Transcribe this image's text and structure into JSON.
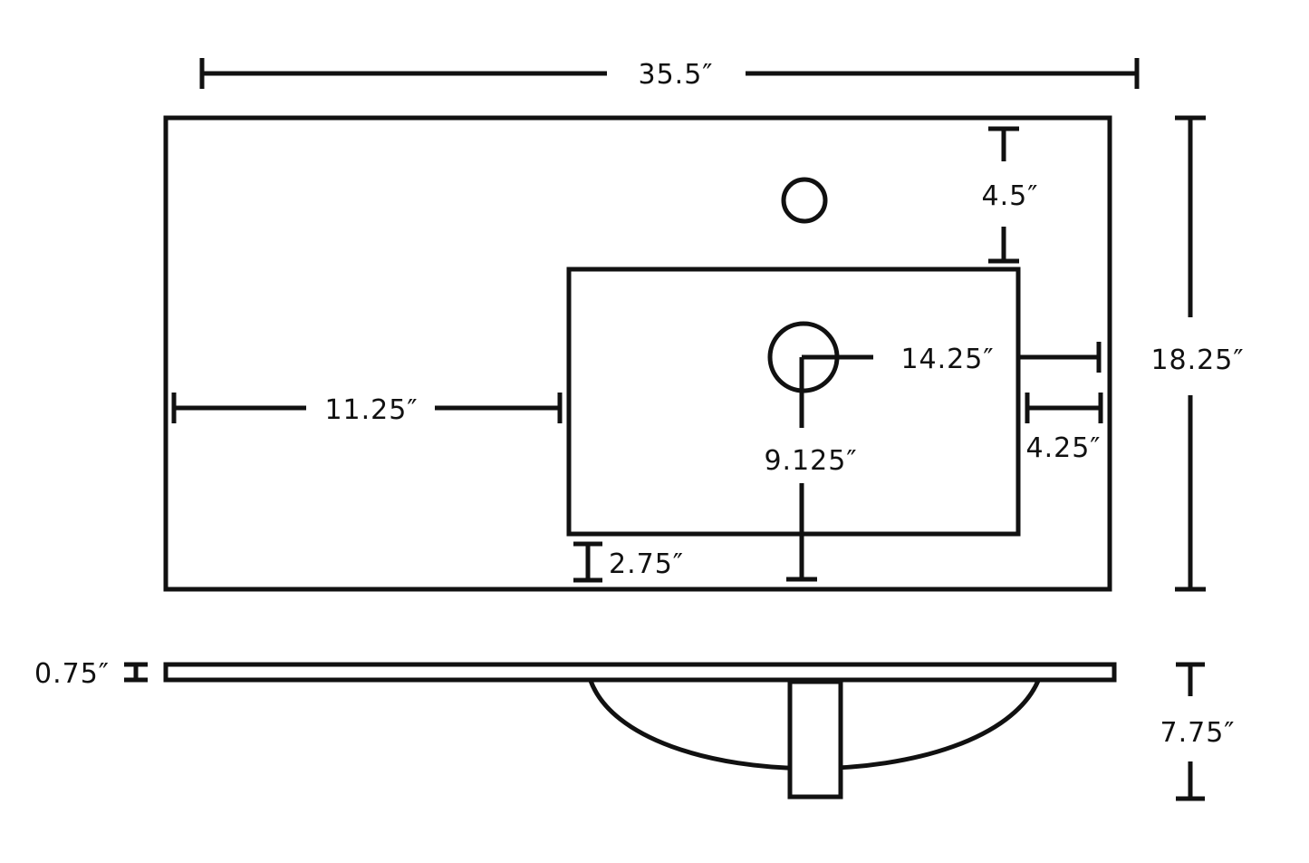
{
  "diagram": {
    "colors": {
      "line": "#111111",
      "background": "#ffffff"
    },
    "dimensions": {
      "overall_width": "35.5″",
      "overall_depth": "18.25″",
      "faucet_hole_from_back": "4.5″",
      "drain_from_right_edge": "14.25″",
      "bowl_from_left_edge": "11.25″",
      "bowl_from_right_edge": "4.25″",
      "drain_from_front_edge": "9.125″",
      "bowl_from_front_edge": "2.75″",
      "counter_thickness": "0.75″",
      "bowl_depth": "7.75″"
    }
  }
}
